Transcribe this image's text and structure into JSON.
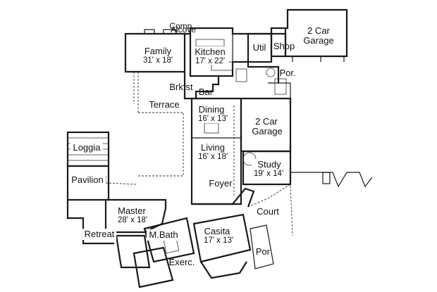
{
  "rooms": {
    "garage_top": {
      "name_1": "2 Car",
      "name_2": "Garage"
    },
    "comp": {
      "name": "Comp."
    },
    "alcove": {
      "name": "Alcove"
    },
    "family": {
      "name": "Family",
      "size": "31' x 18'"
    },
    "kitchen": {
      "name": "Kitchen",
      "size": "17' x 22'"
    },
    "util": {
      "name": "Util"
    },
    "shop": {
      "name": "Shop"
    },
    "por_top": {
      "name": "Por."
    },
    "brkfst": {
      "name": "Brkfst"
    },
    "bar": {
      "name": "Bar"
    },
    "terrace": {
      "name": "Terrace"
    },
    "dining": {
      "name": "Dining",
      "size": "16' x 13'"
    },
    "garage_mid": {
      "name_1": "2 Car",
      "name_2": "Garage"
    },
    "loggia": {
      "name": "Loggia"
    },
    "living": {
      "name": "Living",
      "size": "16' x 18'"
    },
    "study": {
      "name": "Study",
      "size": "19' x 14'"
    },
    "pavilion": {
      "name": "Pavilion"
    },
    "foyer": {
      "name": "Foyer"
    },
    "court": {
      "name": "Court"
    },
    "master": {
      "name": "Master",
      "size": "28' x 18'"
    },
    "retreat": {
      "name": "Retreat"
    },
    "mbath": {
      "name": "M.Bath"
    },
    "casita": {
      "name": "Casita",
      "size": "17' x 13'"
    },
    "exerc": {
      "name": "Exerc."
    },
    "por_bottom": {
      "name": "Por"
    }
  }
}
